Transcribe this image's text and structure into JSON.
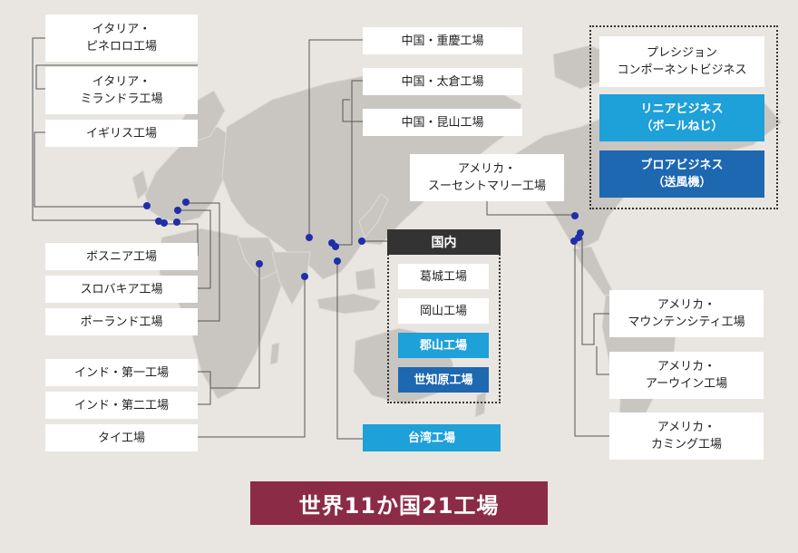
{
  "colors": {
    "background": "#e9e6e2",
    "land": "#c9c6c2",
    "box": "#ffffff",
    "line": "#555555",
    "dot": "#1f2fa8",
    "light_blue": "#1ea0d8",
    "dark_blue": "#1e67b1",
    "domestic_header": "#333333",
    "banner": "#8b2b45"
  },
  "labels": {
    "italy_pinerolo": "イタリア・\nピネロロ工場",
    "italy_mirandola": "イタリア・\nミランドラ工場",
    "uk": "イギリス工場",
    "bosnia": "ボスニア工場",
    "slovakia": "スロバキア工場",
    "poland": "ポーランド工場",
    "india_1": "インド・第一工場",
    "india_2": "インド・第二工場",
    "thailand": "タイ工場",
    "china_chongqing": "中国・重慶工場",
    "china_taicang": "中国・太倉工場",
    "china_kunshan": "中国・昆山工場",
    "usa_sucentmary": "アメリカ・\nスーセントマリー工場",
    "usa_mountain_city": "アメリカ・\nマウンテンシティ工場",
    "usa_erwin": "アメリカ・\nアーウイン工場",
    "usa_cumming": "アメリカ・\nカミング工場",
    "taiwan": "台湾工場"
  },
  "domestic": {
    "header": "国内",
    "katsuragi": "葛城工場",
    "okayama": "岡山工場",
    "koriyama": "郡山工場",
    "sechibaru": "世知原工場"
  },
  "legend": {
    "precision": "プレシジョン\nコンポーネントビジネス",
    "linear": "リニアビジネス\n（ボールねじ）",
    "blower": "ブロアビジネス\n（送風機）"
  },
  "banner": "世界11か国21工場"
}
